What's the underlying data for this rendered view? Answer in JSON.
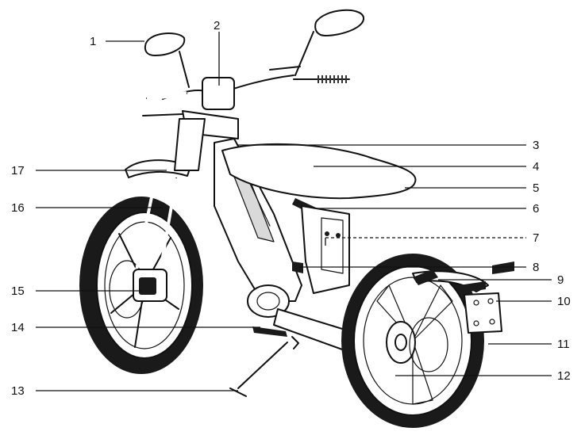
{
  "callouts": [
    {
      "id": 1,
      "label": "1"
    },
    {
      "id": 2,
      "label": "2"
    },
    {
      "id": 3,
      "label": "3"
    },
    {
      "id": 4,
      "label": "4"
    },
    {
      "id": 5,
      "label": "5"
    },
    {
      "id": 6,
      "label": "6"
    },
    {
      "id": 7,
      "label": "7"
    },
    {
      "id": 8,
      "label": "8"
    },
    {
      "id": 9,
      "label": "9"
    },
    {
      "id": 10,
      "label": "10"
    },
    {
      "id": 11,
      "label": "11"
    },
    {
      "id": 12,
      "label": "12"
    },
    {
      "id": 13,
      "label": "13"
    },
    {
      "id": 14,
      "label": "14"
    },
    {
      "id": 15,
      "label": "15"
    },
    {
      "id": 16,
      "label": "16"
    },
    {
      "id": 17,
      "label": "17"
    }
  ],
  "colors": {
    "ink": "#111111",
    "background": "#ffffff",
    "tire_fill": "#1a1a1a",
    "shade": "#d9d9d9"
  }
}
